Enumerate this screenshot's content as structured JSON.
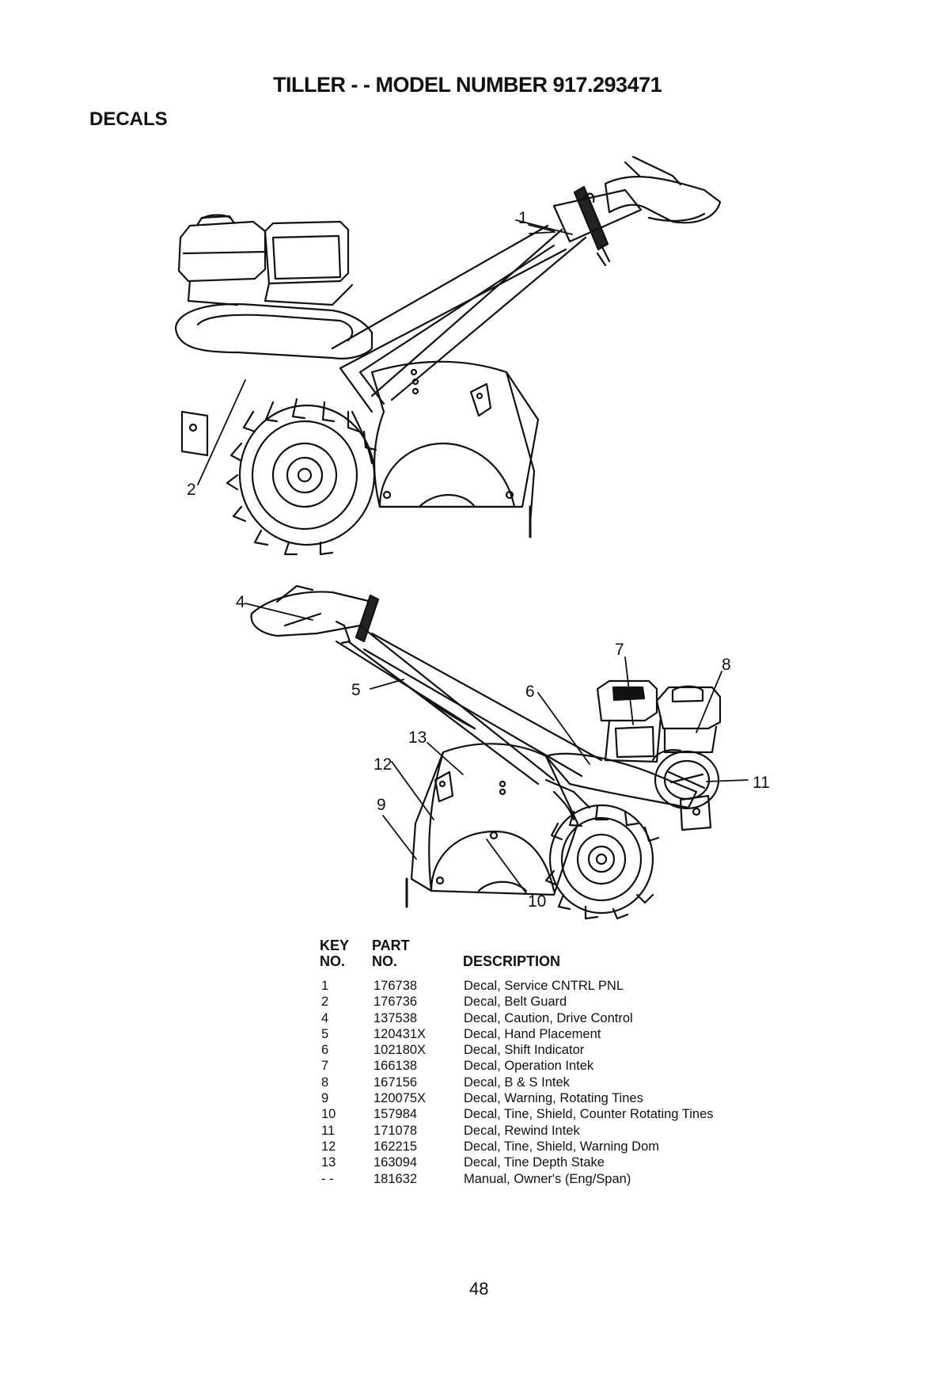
{
  "header": {
    "title": "TILLER - - MODEL NUMBER 917.293471",
    "section": "DECALS"
  },
  "figure_top": {
    "callouts": [
      "1",
      "2"
    ]
  },
  "figure_bottom": {
    "callouts": [
      "4",
      "5",
      "6",
      "7",
      "8",
      "9",
      "10",
      "11",
      "12",
      "13"
    ]
  },
  "parts_table": {
    "col_key_line1": "KEY",
    "col_key_line2": "NO.",
    "col_part_line1": "PART",
    "col_part_line2": "NO.",
    "col_description": "DESCRIPTION",
    "rows": [
      {
        "key": "1",
        "part": "176738",
        "description": "Decal, Service CNTRL PNL"
      },
      {
        "key": "2",
        "part": "176736",
        "description": "Decal, Belt Guard"
      },
      {
        "key": "4",
        "part": "137538",
        "description": "Decal, Caution, Drive Control"
      },
      {
        "key": "5",
        "part": "120431X",
        "description": "Decal, Hand Placement"
      },
      {
        "key": "6",
        "part": "102180X",
        "description": "Decal, Shift Indicator"
      },
      {
        "key": "7",
        "part": "166138",
        "description": "Decal, Operation Intek"
      },
      {
        "key": "8",
        "part": "167156",
        "description": "Decal, B & S Intek"
      },
      {
        "key": "9",
        "part": "120075X",
        "description": "Decal, Warning, Rotating Tines"
      },
      {
        "key": "10",
        "part": "157984",
        "description": "Decal, Tine, Shield, Counter Rotating Tines"
      },
      {
        "key": "11",
        "part": "171078",
        "description": "Decal, Rewind Intek"
      },
      {
        "key": "12",
        "part": "162215",
        "description": "Decal, Tine, Shield, Warning Dom"
      },
      {
        "key": "13",
        "part": "163094",
        "description": "Decal, Tine Depth Stake"
      },
      {
        "key": "- -",
        "part": "181632",
        "description": "Manual, Owner's (Eng/Span)"
      }
    ]
  },
  "footer": {
    "page_number": "48"
  }
}
